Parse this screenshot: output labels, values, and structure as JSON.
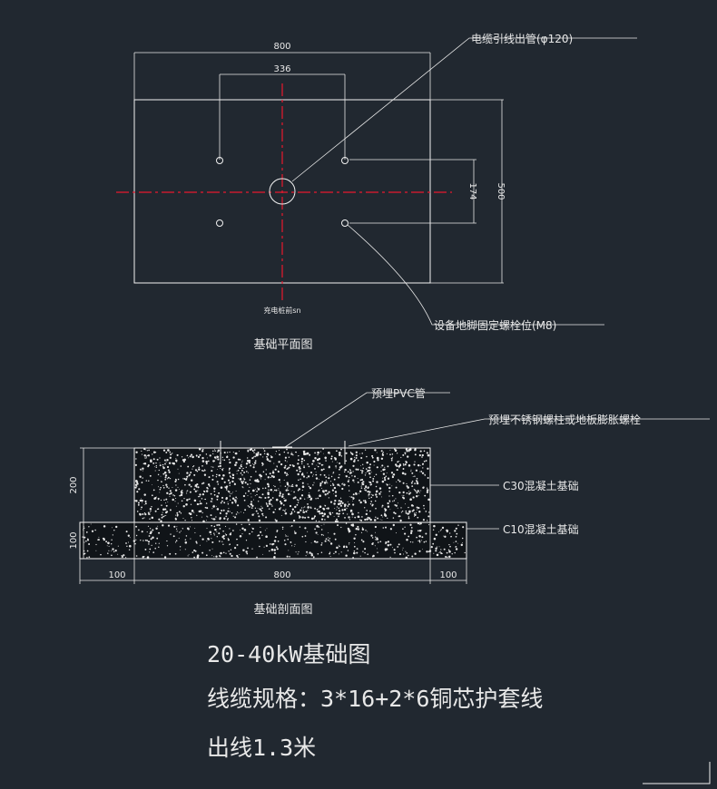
{
  "plan_view": {
    "dim_width": "800",
    "dim_bolt_spacing": "336",
    "dim_height": "500",
    "dim_bolt_vertical": "174",
    "label_cable_outlet": "电缆引线出管(φ120)",
    "label_anchor_bolts": "设备地脚固定螺栓位(M8)",
    "label_charger_front": "充电桩前sn",
    "title": "基础平面图"
  },
  "section_view": {
    "label_pvc": "预埋PVC管",
    "label_bolts": "预埋不锈钢螺柱或地板膨胀螺栓",
    "label_c30": "C30混凝土基础",
    "label_c10": "C10混凝土基础",
    "dim_c30_height": "200",
    "dim_c10_height": "100",
    "dim_left": "100",
    "dim_center": "800",
    "dim_right": "100",
    "title": "基础剖面图"
  },
  "notes": {
    "line1": "20-40kW基础图",
    "line2": "线缆规格：3*16+2*6铜芯护套线",
    "line3": "出线1.3米"
  },
  "colors": {
    "background": "#212830",
    "line": "#f2f2f2",
    "centerline": "#e8192c"
  }
}
